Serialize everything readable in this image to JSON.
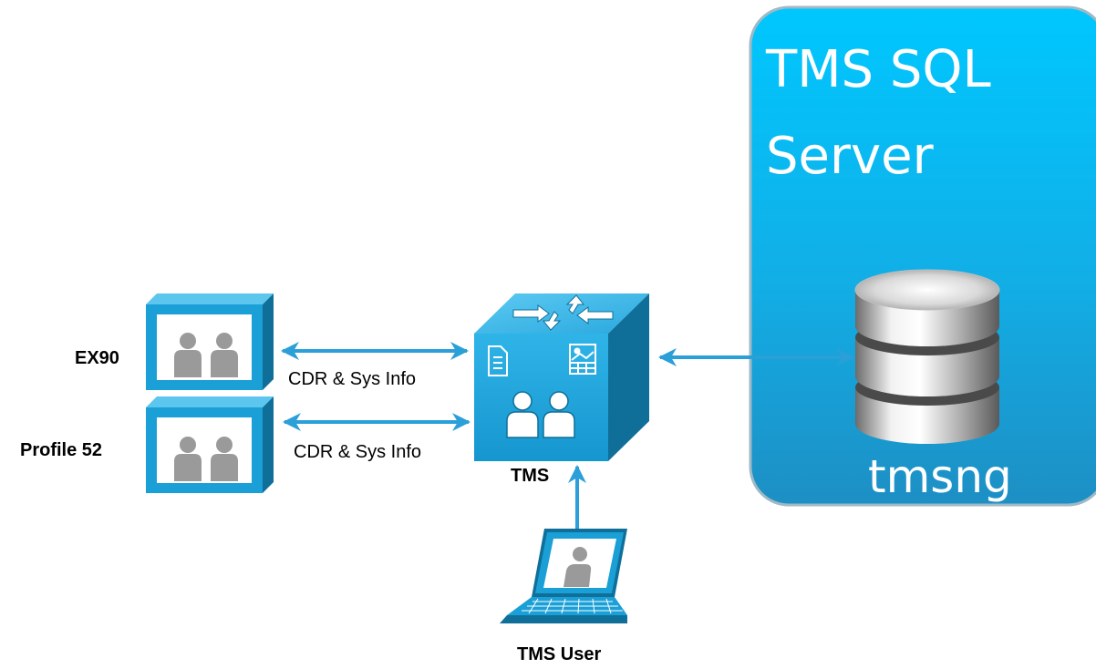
{
  "server": {
    "title_line1": "TMS SQL",
    "title_line2": "Server",
    "database_label": "tmsng"
  },
  "endpoints": [
    {
      "label": "EX90",
      "link_label": "CDR & Sys Info"
    },
    {
      "label": "Profile 52",
      "link_label": "CDR & Sys Info"
    }
  ],
  "tms": {
    "label": "TMS"
  },
  "user": {
    "label": "TMS User"
  },
  "colors": {
    "server_fill": "#19a8e0",
    "server_stroke": "#9fb9c6",
    "device_blue": "#1a9fd6",
    "device_dark": "#0f6f99",
    "arrow": "#2a9fd8"
  },
  "icons": {
    "endpoint": "video-endpoint-icon",
    "tms": "management-switch-cube-icon",
    "user": "laptop-user-icon",
    "database": "database-cylinder-icon"
  }
}
